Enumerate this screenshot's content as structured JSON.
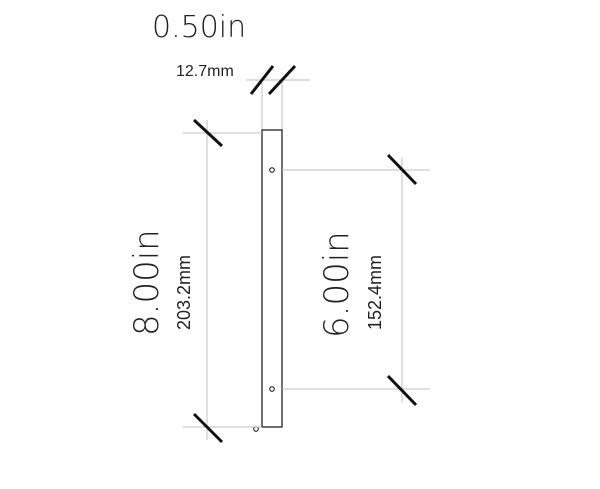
{
  "dimensions": {
    "thickness": {
      "inches": "0.50in",
      "mm": "12.7mm"
    },
    "overall_length": {
      "inches": "8.00in",
      "mm": "203.2mm"
    },
    "hole_spacing": {
      "inches": "6.00in",
      "mm": "152.4mm"
    }
  },
  "colors": {
    "line": "#111111",
    "extension": "#bdbdbd"
  }
}
